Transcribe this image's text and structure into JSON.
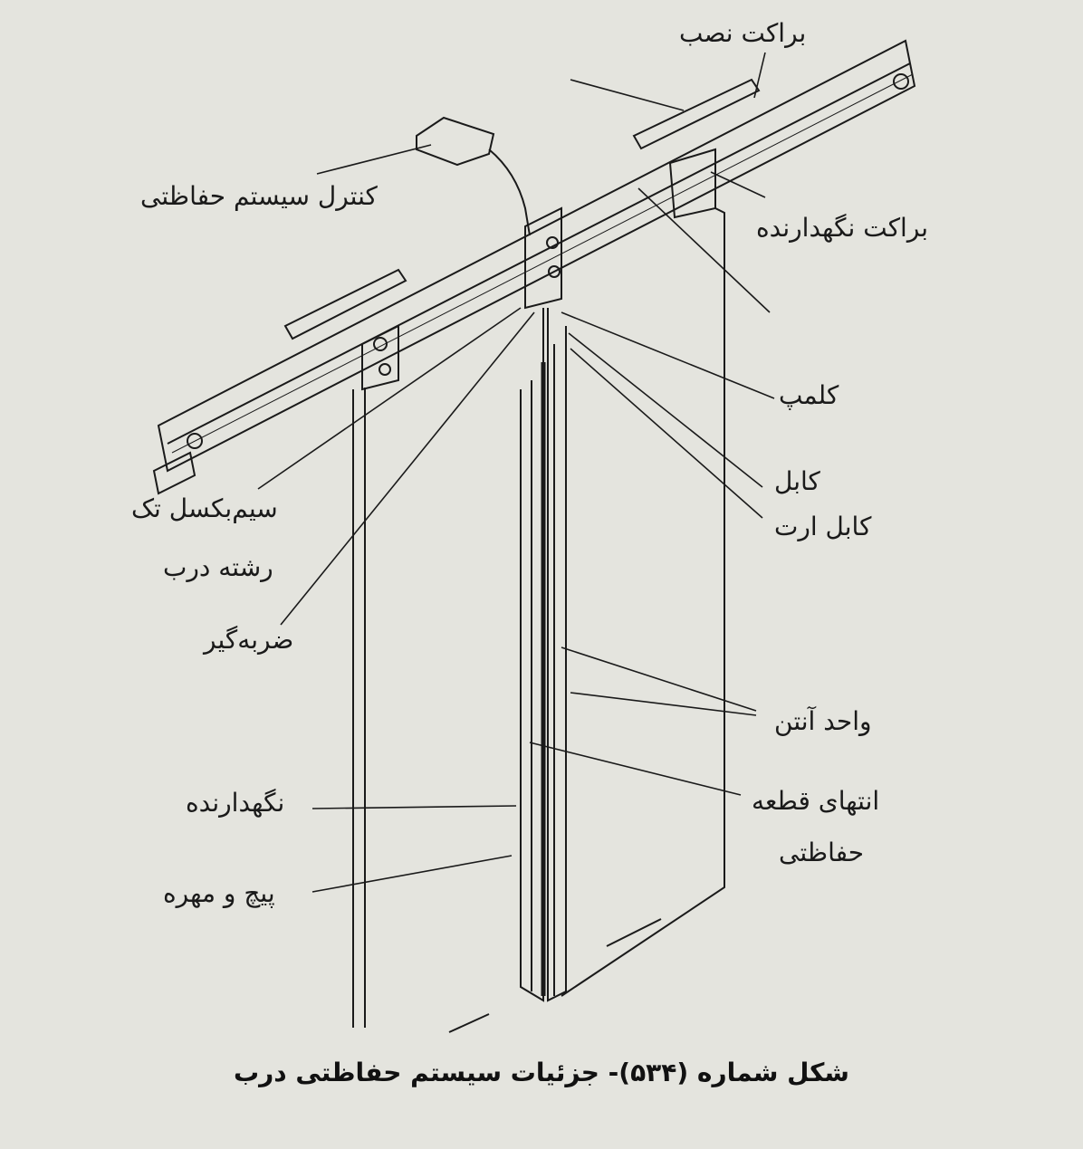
{
  "labels": {
    "mounting_bracket": "براکت نصب",
    "safety_control": "کنترل سیستم حفاظتی",
    "holding_bracket": "براکت نگهدارنده",
    "clamp": "کلمپ",
    "cable": "کابل",
    "earth_cable": "کابل ارت",
    "wire_line1": "سیم‌بکسل تک",
    "wire_line2": "رشته درب",
    "shock_absorber": "ضربه‌گیر",
    "antenna_unit": "واحد آنتن",
    "safety_edge_line1": "انتهای قطعه",
    "safety_edge_line2": "حفاظتی",
    "holder": "نگهدارنده",
    "bolt_nut": "پیچ و مهره"
  },
  "caption": "شکل شماره (۵۳۴)- جزئیات سیستم حفاظتی درب"
}
